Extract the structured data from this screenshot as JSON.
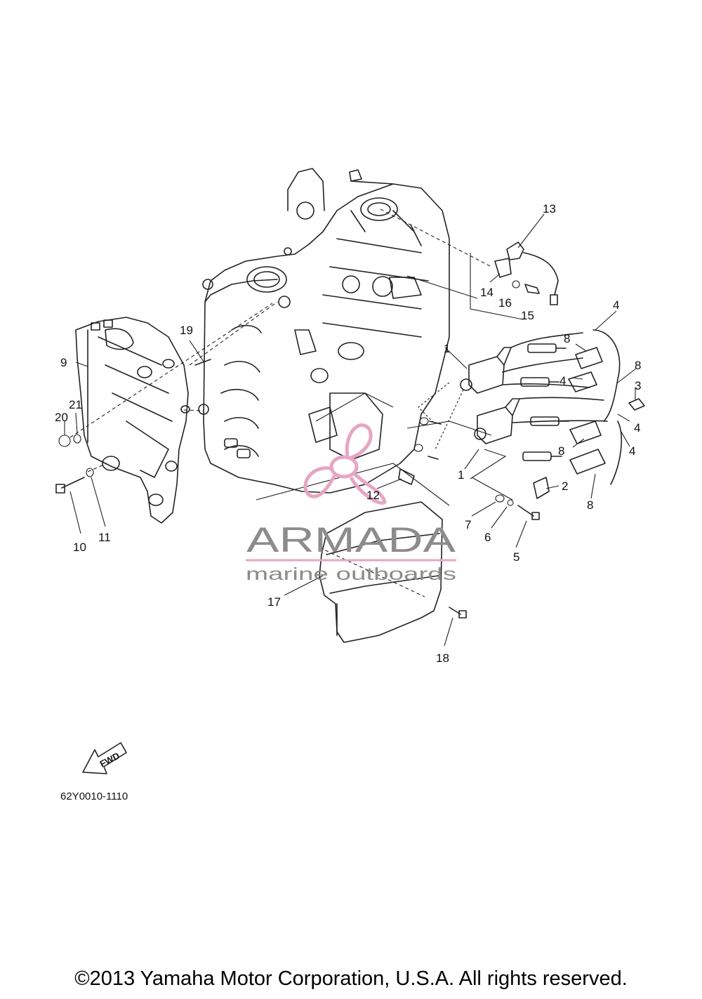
{
  "diagram": {
    "drawing_code": "62Y0010-1110",
    "direction_label": "FWD",
    "callouts": [
      "1",
      "1",
      "2",
      "3",
      "4",
      "4",
      "4",
      "4",
      "5",
      "6",
      "7",
      "8",
      "8",
      "8",
      "8",
      "9",
      "10",
      "11",
      "12",
      "13",
      "14",
      "15",
      "16",
      "17",
      "18",
      "19",
      "20",
      "21"
    ]
  },
  "watermark": {
    "brand": "ARMADA",
    "tagline": "marine outboards",
    "accent_color": "#e6a6c4",
    "text_color": "#8c8c8c"
  },
  "footer": {
    "copyright": "©2013 Yamaha Motor Corporation, U.S.A. All rights reserved."
  }
}
